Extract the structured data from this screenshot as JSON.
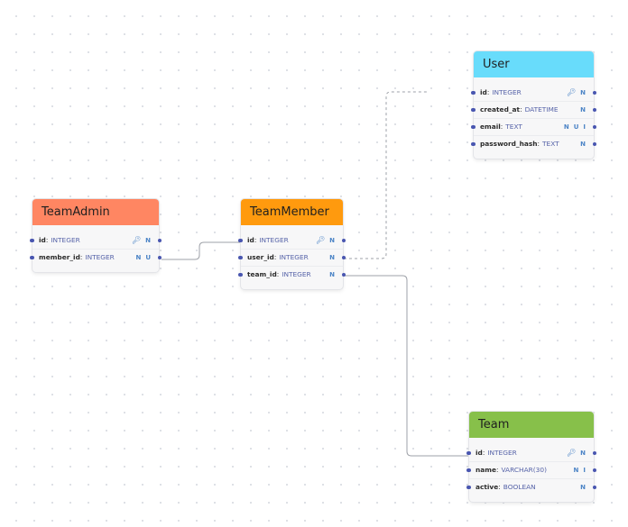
{
  "colors": {
    "user": "#68dcfb",
    "teamadmin": "#ff8662",
    "teammember": "#ff9a0e",
    "team": "#87c04a",
    "link": "#9ea1a8",
    "handle": "#4956b0",
    "type_text": "#5663a8",
    "flag_text": "#4c84c6"
  },
  "icons": {
    "key": "key-icon",
    "not_null": "not-null-icon",
    "unique": "unique-icon",
    "index": "index-icon"
  },
  "tables": {
    "user": {
      "title": "User",
      "color": "#68dcfb",
      "columns": [
        {
          "name": "id",
          "type": "INTEGER",
          "flags": [
            "key",
            "N"
          ]
        },
        {
          "name": "created_at",
          "type": "DATETIME",
          "flags": [
            "N"
          ]
        },
        {
          "name": "email",
          "type": "TEXT",
          "flags": [
            "N",
            "U",
            "I"
          ]
        },
        {
          "name": "password_hash",
          "type": "TEXT",
          "flags": [
            "N"
          ]
        }
      ]
    },
    "teamadmin": {
      "title": "TeamAdmin",
      "color": "#ff8662",
      "columns": [
        {
          "name": "id",
          "type": "INTEGER",
          "flags": [
            "key",
            "N"
          ]
        },
        {
          "name": "member_id",
          "type": "INTEGER",
          "flags": [
            "N",
            "U"
          ]
        }
      ]
    },
    "teammember": {
      "title": "TeamMember",
      "color": "#ff9a0e",
      "columns": [
        {
          "name": "id",
          "type": "INTEGER",
          "flags": [
            "key",
            "N"
          ]
        },
        {
          "name": "user_id",
          "type": "INTEGER",
          "flags": [
            "N"
          ]
        },
        {
          "name": "team_id",
          "type": "INTEGER",
          "flags": [
            "N"
          ]
        }
      ]
    },
    "team": {
      "title": "Team",
      "color": "#87c04a",
      "columns": [
        {
          "name": "id",
          "type": "INTEGER",
          "flags": [
            "key",
            "N"
          ]
        },
        {
          "name": "name",
          "type": "VARCHAR(30)",
          "flags": [
            "N",
            "I"
          ]
        },
        {
          "name": "active",
          "type": "BOOLEAN",
          "flags": [
            "N"
          ]
        }
      ]
    }
  },
  "relations": [
    {
      "from": "teamadmin.member_id",
      "to": "teammember.id",
      "style": "solid"
    },
    {
      "from": "teammember.user_id",
      "to": "user.id",
      "style": "dashed"
    },
    {
      "from": "teammember.team_id",
      "to": "team.id",
      "style": "solid"
    }
  ]
}
